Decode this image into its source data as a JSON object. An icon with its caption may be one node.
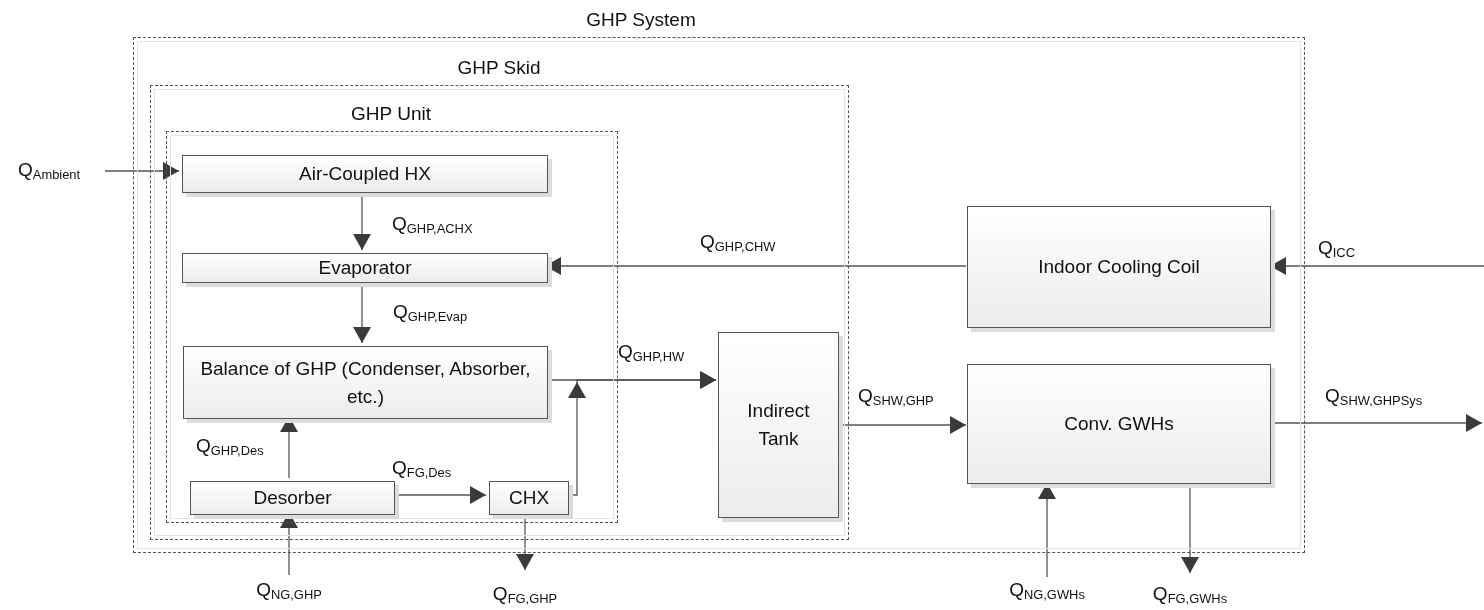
{
  "diagram": {
    "nodes": [
      {
        "text": [
          "GHP System"
        ]
      },
      {
        "text": [
          "GHP Skid"
        ],
        "in": 0
      },
      {
        "text": [
          "GHP Unit"
        ],
        "in": 1
      },
      {
        "text": [
          "Air-Coupled HX"
        ],
        "in": 2
      },
      {
        "text": [
          "Evaporator"
        ],
        "in": 2
      },
      {
        "text": [
          "Balance of GHP (Condenser, Absorber, etc.)"
        ],
        "in": 2
      },
      {
        "text": [
          "Desorber"
        ],
        "in": 2
      },
      {
        "text": [
          "CHX"
        ],
        "in": 2
      },
      {
        "text": [
          "Indirect Tank"
        ],
        "in": 1
      },
      {
        "text": [
          "Indoor Cooling Coil"
        ],
        "in": 0
      },
      {
        "text": [
          "Conv. GWHs"
        ],
        "in": 0
      }
    ],
    "edges": [
      {
        "from": null,
        "to": 3,
        "arrow": "to",
        "label": "Q$_{Ambient}$"
      },
      {
        "from": 3,
        "to": 4,
        "arrow": "to",
        "label": "Q$_{GHP,ACHX}$"
      },
      {
        "from": 9,
        "to": 4,
        "arrow": "to",
        "label": "Q$_{GHP,CHW}$"
      },
      {
        "from": null,
        "to": 9,
        "arrow": "to",
        "label": "Q$_{ICC}$"
      },
      {
        "from": 4,
        "to": 5,
        "arrow": "to",
        "label": "Q$_{GHP,Evap}$"
      },
      {
        "from": 5,
        "to": 8,
        "arrow": "to",
        "label": "Q$_{GHP,HW}$"
      },
      {
        "from": 7,
        "to": 8,
        "arrow": "to"
      },
      {
        "from": 6,
        "to": 5,
        "arrow": "to",
        "label": "Q$_{GHP,Des}$"
      },
      {
        "from": 6,
        "to": 7,
        "arrow": "to",
        "label": "Q$_{FG,Des}$"
      },
      {
        "from": null,
        "to": 6,
        "arrow": "to",
        "label": "Q$_{NG,GHP}$"
      },
      {
        "from": 7,
        "to": null,
        "arrow": "to",
        "label": "Q$_{FG,GHP}$"
      },
      {
        "from": 8,
        "to": 10,
        "arrow": "to",
        "label": "Q$_{SHW,GHP}$"
      },
      {
        "from": null,
        "to": 10,
        "arrow": "to",
        "label": "Q$_{NG,GWHs}$"
      },
      {
        "from": 10,
        "to": null,
        "arrow": "to",
        "label": "Q$_{FG,GWHs}$"
      },
      {
        "from": 10,
        "to": null,
        "arrow": "to",
        "label": "Q$_{SHW,GHPSys}$"
      }
    ]
  }
}
